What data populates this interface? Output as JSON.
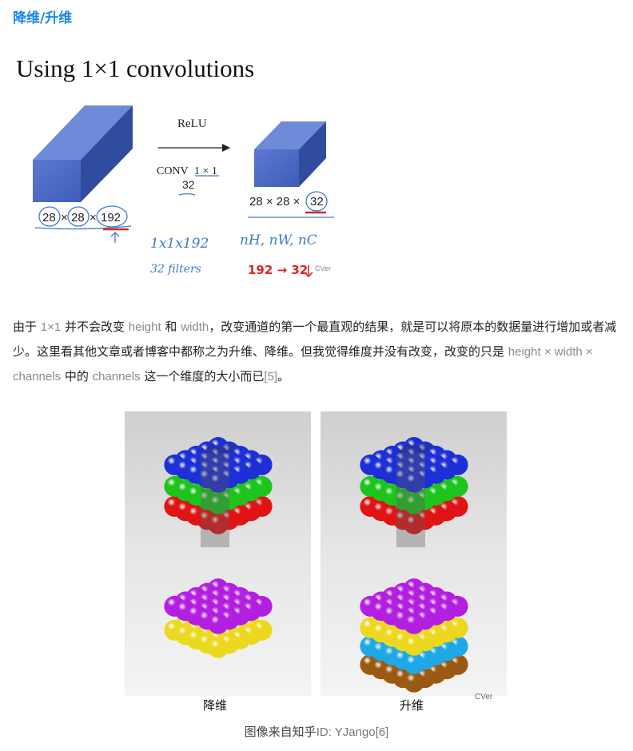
{
  "heading": "降维/升维",
  "slide": {
    "title": "Using 1×1 convolutions",
    "relu": "ReLU",
    "conv": "CONV",
    "conv_kernel": "1 × 1",
    "conv_filters": "32",
    "input_dims": [
      "28",
      "28",
      "192"
    ],
    "output_dims": [
      "28 × 28 ×",
      "32"
    ],
    "hand_1": "1x1x192",
    "hand_2": "32 filters",
    "hand_3": "nH, nW, nC",
    "hand_4": "192 → 32",
    "watermark": "CVer"
  },
  "paragraph": {
    "s1": "由于 ",
    "t1": "1×1",
    "s2": " 并不会改变 ",
    "t2": "height",
    "s3": " 和 ",
    "t3": "width",
    "s4": "，改变通道的第一个最直观的结果，就是可以将原本的数据量进行增加或者减少。这里看其他文章或者博客中都称之为升维、降维。但我觉得维度并没有改变，改变的只是 ",
    "t4": "height × width × channels",
    "s5": " 中的 ",
    "t5": "channels",
    "s6": " 这一个维度的大小而已",
    "t6": "[5]",
    "s7": "。"
  },
  "figure": {
    "left_label": "降维",
    "right_label": "升维",
    "watermark": "CVer"
  },
  "caption": {
    "prefix": "图像来自知乎",
    "suffix": "ID: YJango[6]"
  },
  "colors": {
    "heading": "#1e86e8",
    "block_front": "#4a68c4",
    "block_top": "#6c8ad6",
    "block_side": "#2f4c9e",
    "pen_blue": "#3f7bc9",
    "pen_red": "#e02424",
    "sphere_blue": "#1d2fd6",
    "sphere_green": "#1ec41e",
    "sphere_red": "#e01414",
    "sphere_purple": "#b21fe0",
    "sphere_yellow": "#ecd81e",
    "sphere_cyan": "#1ea9e6",
    "sphere_brown": "#9a5a14"
  }
}
